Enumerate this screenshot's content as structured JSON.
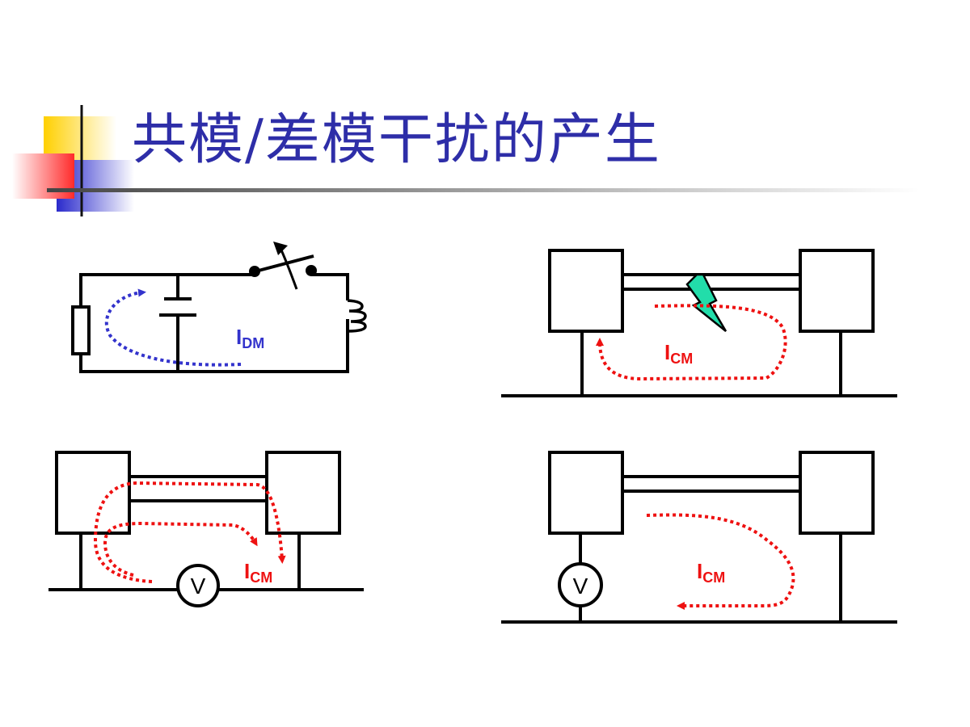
{
  "slide": {
    "title": "共模/差模干扰的产生"
  },
  "colors": {
    "title": "#2e2ea8",
    "dm_current": "#3333cc",
    "cm_current": "#ee1111",
    "wire": "#000000",
    "spark": "#22ddaa"
  },
  "panels": {
    "dm_circuit": {
      "current_main": "I",
      "current_sub": "DM"
    },
    "cm_spark": {
      "current_main": "I",
      "current_sub": "CM"
    },
    "cm_voltmeter_left": {
      "current_main": "I",
      "current_sub": "CM",
      "meter": "V"
    },
    "cm_voltmeter_right": {
      "current_main": "I",
      "current_sub": "CM",
      "meter": "V"
    }
  }
}
